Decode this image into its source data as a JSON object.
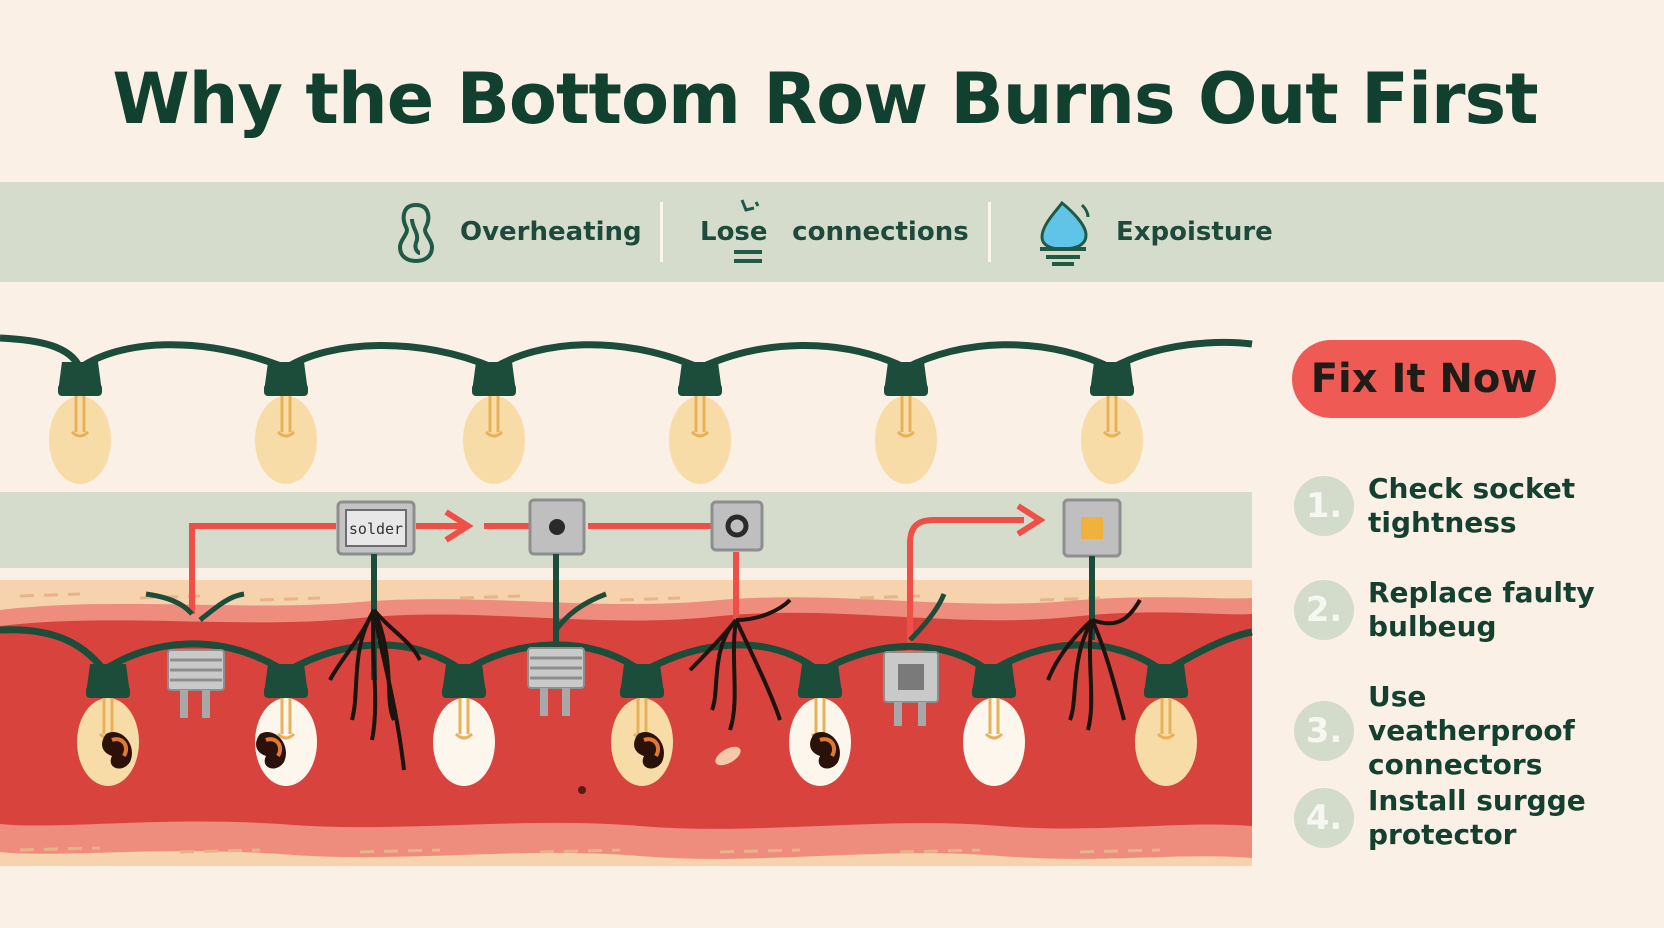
{
  "title": "Why the Bottom Row Burns Out First",
  "causes": [
    {
      "icon": "peanut-icon",
      "label": "Overheating"
    },
    {
      "icon": "plug-wire-icon",
      "label": "Lose    connections"
    },
    {
      "icon": "water-drop-icon",
      "label": "Expoisture"
    }
  ],
  "diagram": {
    "component_labels": [
      "solder"
    ],
    "colors": {
      "wire": "#1c4d3a",
      "bulb_glow": "#f7dca8",
      "bulb_white": "#fcf6ec",
      "heat_zone": "#d9433d",
      "connection_arrow": "#ee5048",
      "scorch": "#2a120b"
    }
  },
  "fix": {
    "button_label": "Fix It Now",
    "steps": [
      {
        "number": "1.",
        "text": "Check socket tightness"
      },
      {
        "number": "2.",
        "text": "Replace faulty bulbeug"
      },
      {
        "number": "3.",
        "text": "Use veatherproof connectors"
      },
      {
        "number": "4.",
        "text": "Install surgge protector"
      }
    ]
  }
}
